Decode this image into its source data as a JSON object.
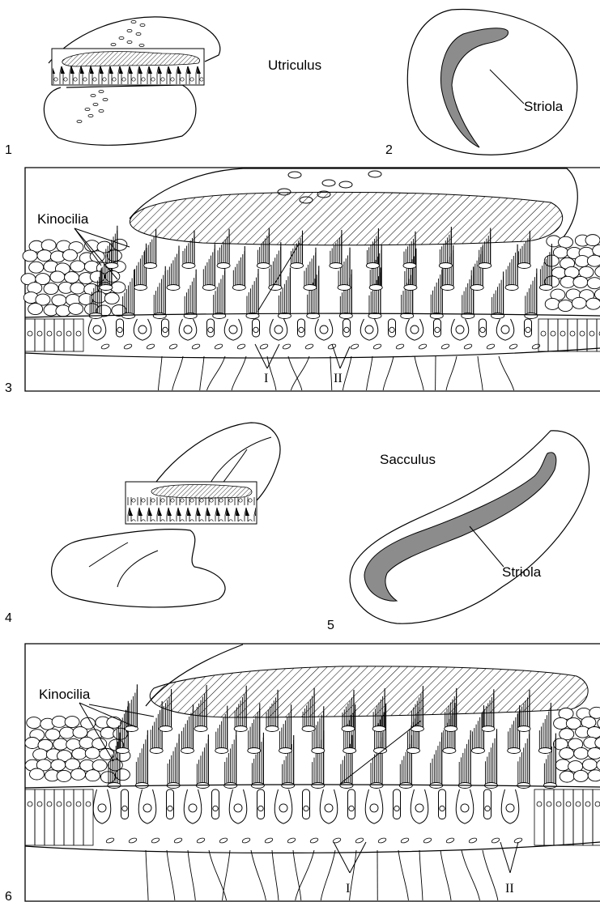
{
  "panels": {
    "p1": {
      "number": "1",
      "title": "Utriculus"
    },
    "p2": {
      "number": "2",
      "label": "Striola"
    },
    "p3": {
      "number": "3",
      "kinocilia_label": "Kinocilia",
      "type1_label": "I",
      "type2_label": "II"
    },
    "p4": {
      "number": "4",
      "title": "Sacculus"
    },
    "p5": {
      "number": "5",
      "label": "Striola"
    },
    "p6": {
      "number": "6",
      "kinocilia_label": "Kinocilia",
      "type1_label": "I",
      "type2_label": "II"
    }
  },
  "colors": {
    "ink": "#000000",
    "striola_fill": "#8c8c8c",
    "background": "#ffffff"
  }
}
